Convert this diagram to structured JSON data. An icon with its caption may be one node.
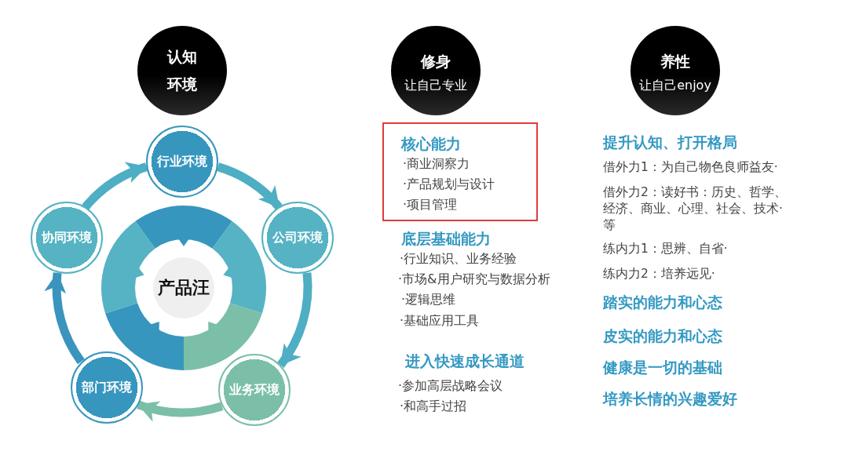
{
  "diagram": {
    "nodes": [
      {
        "text": [
          "认知环境"
        ]
      },
      {
        "text": [
          "行业环境"
        ]
      },
      {
        "text": [
          "协同环境"
        ]
      },
      {
        "text": [
          "公司环境"
        ]
      },
      {
        "text": [
          "产品汪"
        ]
      },
      {
        "text": [
          "部门环境"
        ]
      },
      {
        "text": [
          "业务环境"
        ]
      },
      {
        "text": [
          "修身",
          "让自己专业"
        ]
      },
      {
        "text": [
          "核心能力",
          "·商业洞察力",
          "·产品规划与设计",
          "·项目管理"
        ]
      },
      {
        "text": [
          "养性",
          "让自己enjoy"
        ]
      }
    ],
    "edges": [
      {
        "from": 1,
        "to": 3,
        "arrow": "to"
      },
      {
        "from": 3,
        "to": 6,
        "arrow": "to"
      },
      {
        "from": 6,
        "to": 5,
        "arrow": "to",
        "color": "#7bbfa9"
      },
      {
        "from": 5,
        "to": 2,
        "arrow": "to",
        "color": "#3a94be"
      },
      {
        "from": 2,
        "to": 1,
        "arrow": "to"
      }
    ],
    "labels": [
      "底层基础能力",
      "·行业知识、业务经验",
      "·市场&用户研究与数据分析",
      "·逻辑思维",
      "·基础应用工具",
      "进入快速成长通道",
      "·参加高层战略会议",
      "·和高手过招",
      "提升认知、打开格局",
      "借外力1：为自己物色良师益友·",
      "借外力2：读好书：历史、哲学、经济、商业、心理、社会、技术·等",
      "练内力1：思辨、自省·",
      "练内力2：培养远见·",
      "踏实的能力和心态",
      "皮实的能力和心态",
      "健康是一切的基础",
      "培养长情的兴趣爱好"
    ]
  }
}
